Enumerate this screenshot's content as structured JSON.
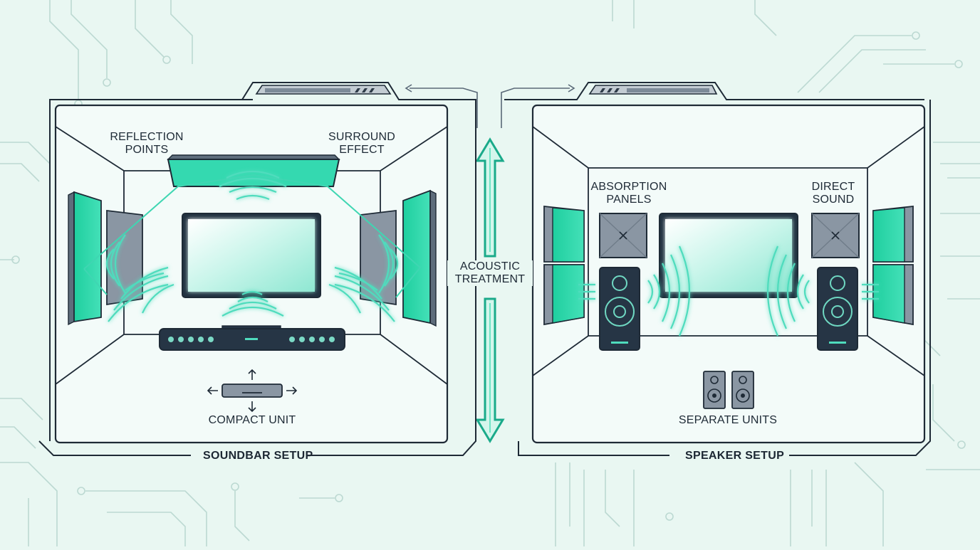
{
  "diagram": {
    "left_panel": {
      "title": "SOUNDBAR SETUP",
      "labels": {
        "reflection_points": [
          "REFLECTION",
          "POINTS"
        ],
        "surround_effect": [
          "SURROUND",
          "EFFECT"
        ],
        "compact_unit": "COMPACT UNIT"
      }
    },
    "center": {
      "acoustic_treatment": [
        "ACOUSTIC",
        "TREATMENT"
      ]
    },
    "right_panel": {
      "title": "SPEAKER SETUP",
      "labels": {
        "absorption_panels": [
          "ABSORPTION",
          "PANELS"
        ],
        "direct_sound": [
          "DIRECT",
          "SOUND"
        ],
        "separate_units": "SEPARATE UNITS"
      }
    }
  },
  "colors": {
    "background": "#e9f7f2",
    "outline": "#1e2a36",
    "accent_teal": "#27d3a8",
    "glow_teal": "#5ee0c6",
    "panel_gray": "#8a96a3",
    "device_dark": "#263545",
    "circuit_lines": "#b9d6cf"
  }
}
